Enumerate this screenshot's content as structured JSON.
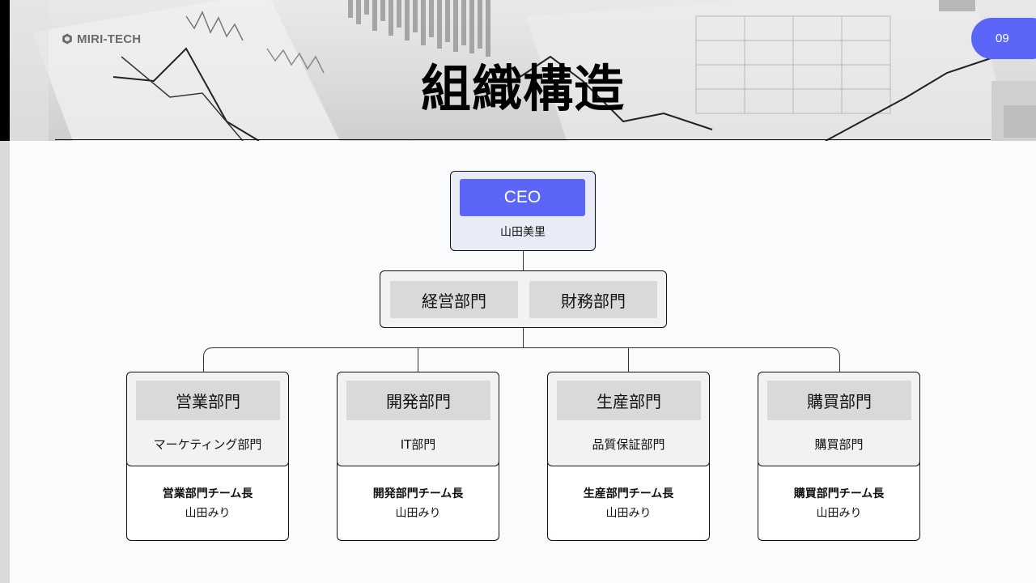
{
  "brand": {
    "name": "MIRI-TECH",
    "icon": "hexagon-logo-icon"
  },
  "page_number": "09",
  "title": "組織構造",
  "ceo": {
    "role": "CEO",
    "name": "山田美里"
  },
  "management": [
    {
      "label": "経営部門"
    },
    {
      "label": "財務部門"
    }
  ],
  "departments": [
    {
      "label": "営業部門",
      "sub": "マーケティング部門",
      "lead": "営業部門チーム長",
      "person": "山田みり"
    },
    {
      "label": "開発部門",
      "sub": "IT部門",
      "lead": "開発部門チーム長",
      "person": "山田みり"
    },
    {
      "label": "生産部門",
      "sub": "品質保証部門",
      "lead": "生産部門チーム長",
      "person": "山田みり"
    },
    {
      "label": "購買部門",
      "sub": "購買部門",
      "lead": "購買部門チーム長",
      "person": "山田みり"
    }
  ],
  "colors": {
    "accent": "#5b66f8",
    "chip": "#d9d9d9",
    "box": "#f2f2f4",
    "line": "#111111"
  }
}
